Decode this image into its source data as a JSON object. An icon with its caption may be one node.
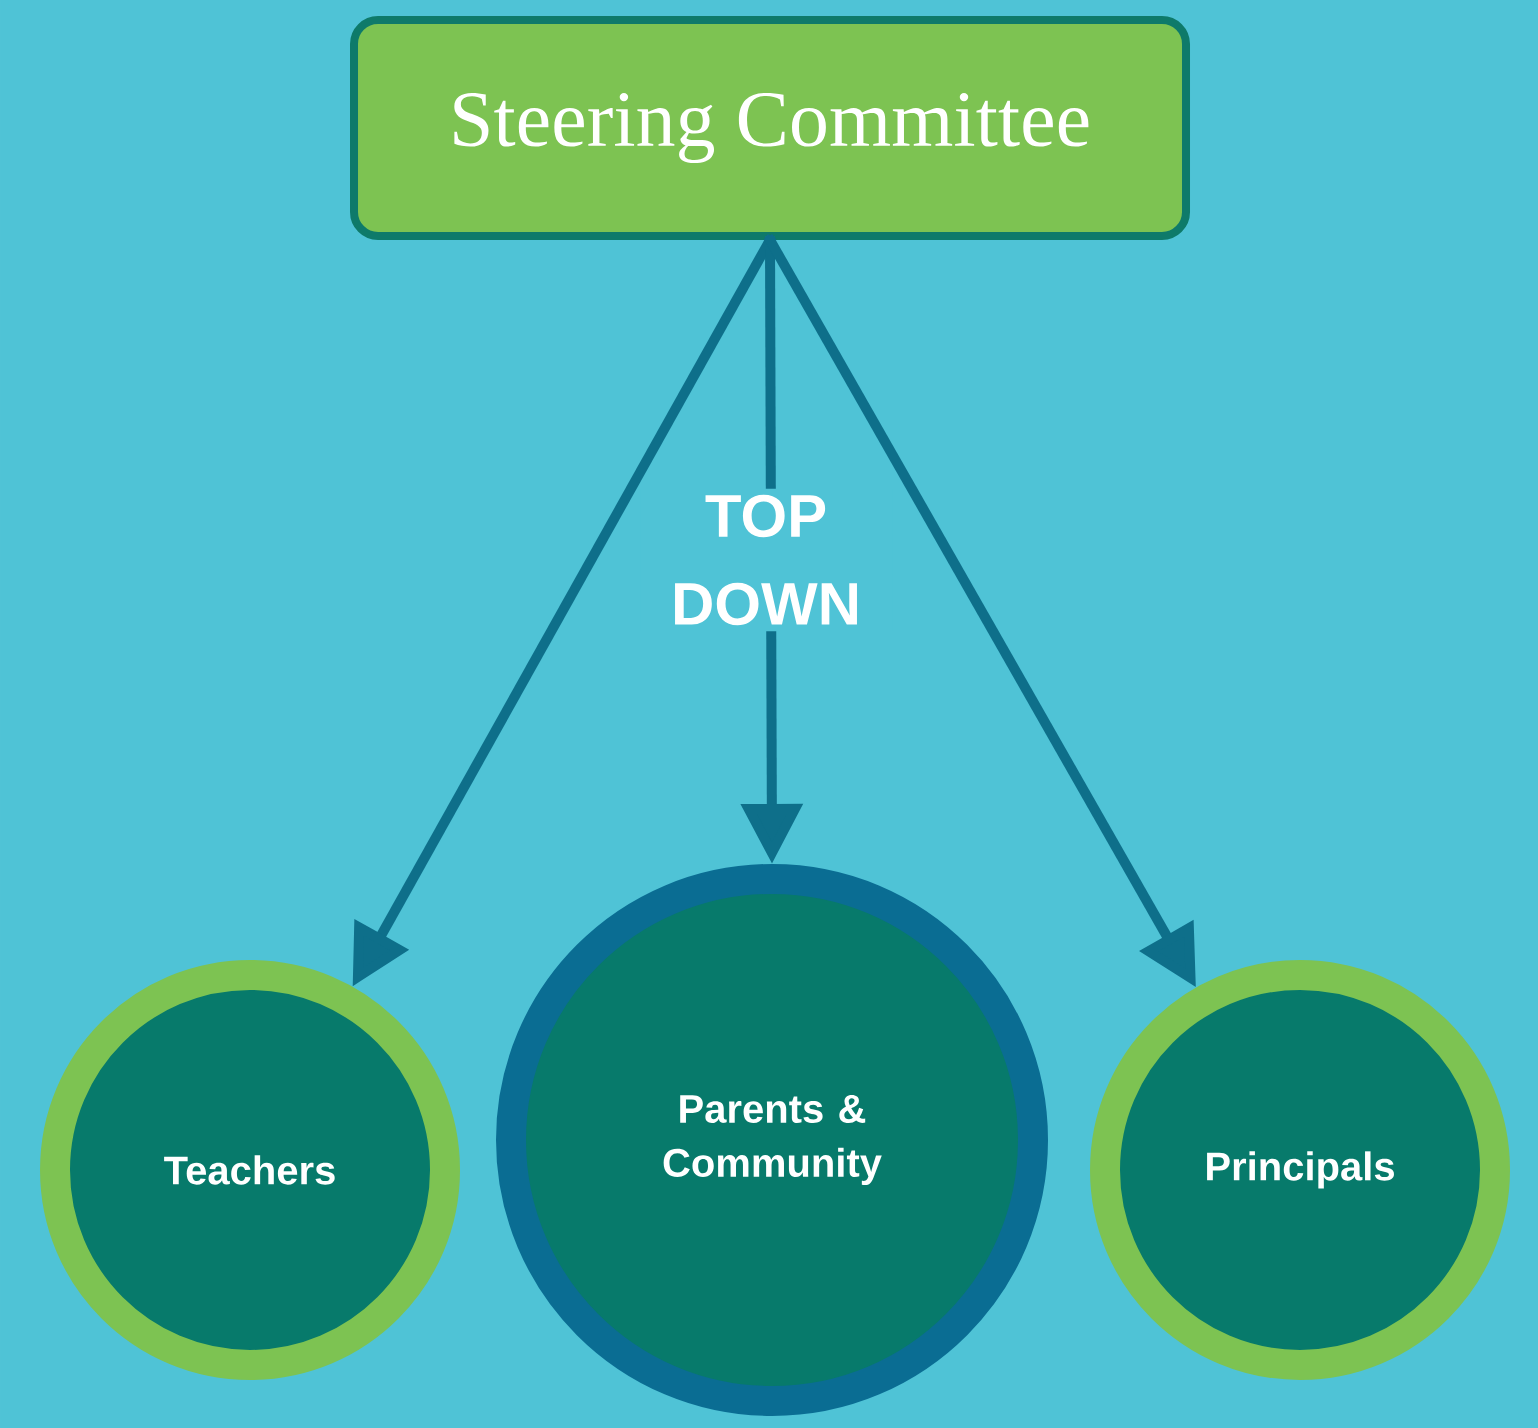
{
  "diagram": {
    "nodes": [
      {
        "text": [
          "Steering Committee"
        ]
      },
      {
        "text": [
          "Teachers"
        ]
      },
      {
        "text": [
          "Parents & Community"
        ]
      },
      {
        "text": [
          "Principals"
        ]
      }
    ],
    "edges": [
      {
        "from": 0,
        "to": 1,
        "arrow": "to"
      },
      {
        "from": 0,
        "to": 2,
        "arrow": "to",
        "label": "TOP DOWN"
      },
      {
        "from": 0,
        "to": 3,
        "arrow": "to"
      }
    ]
  }
}
